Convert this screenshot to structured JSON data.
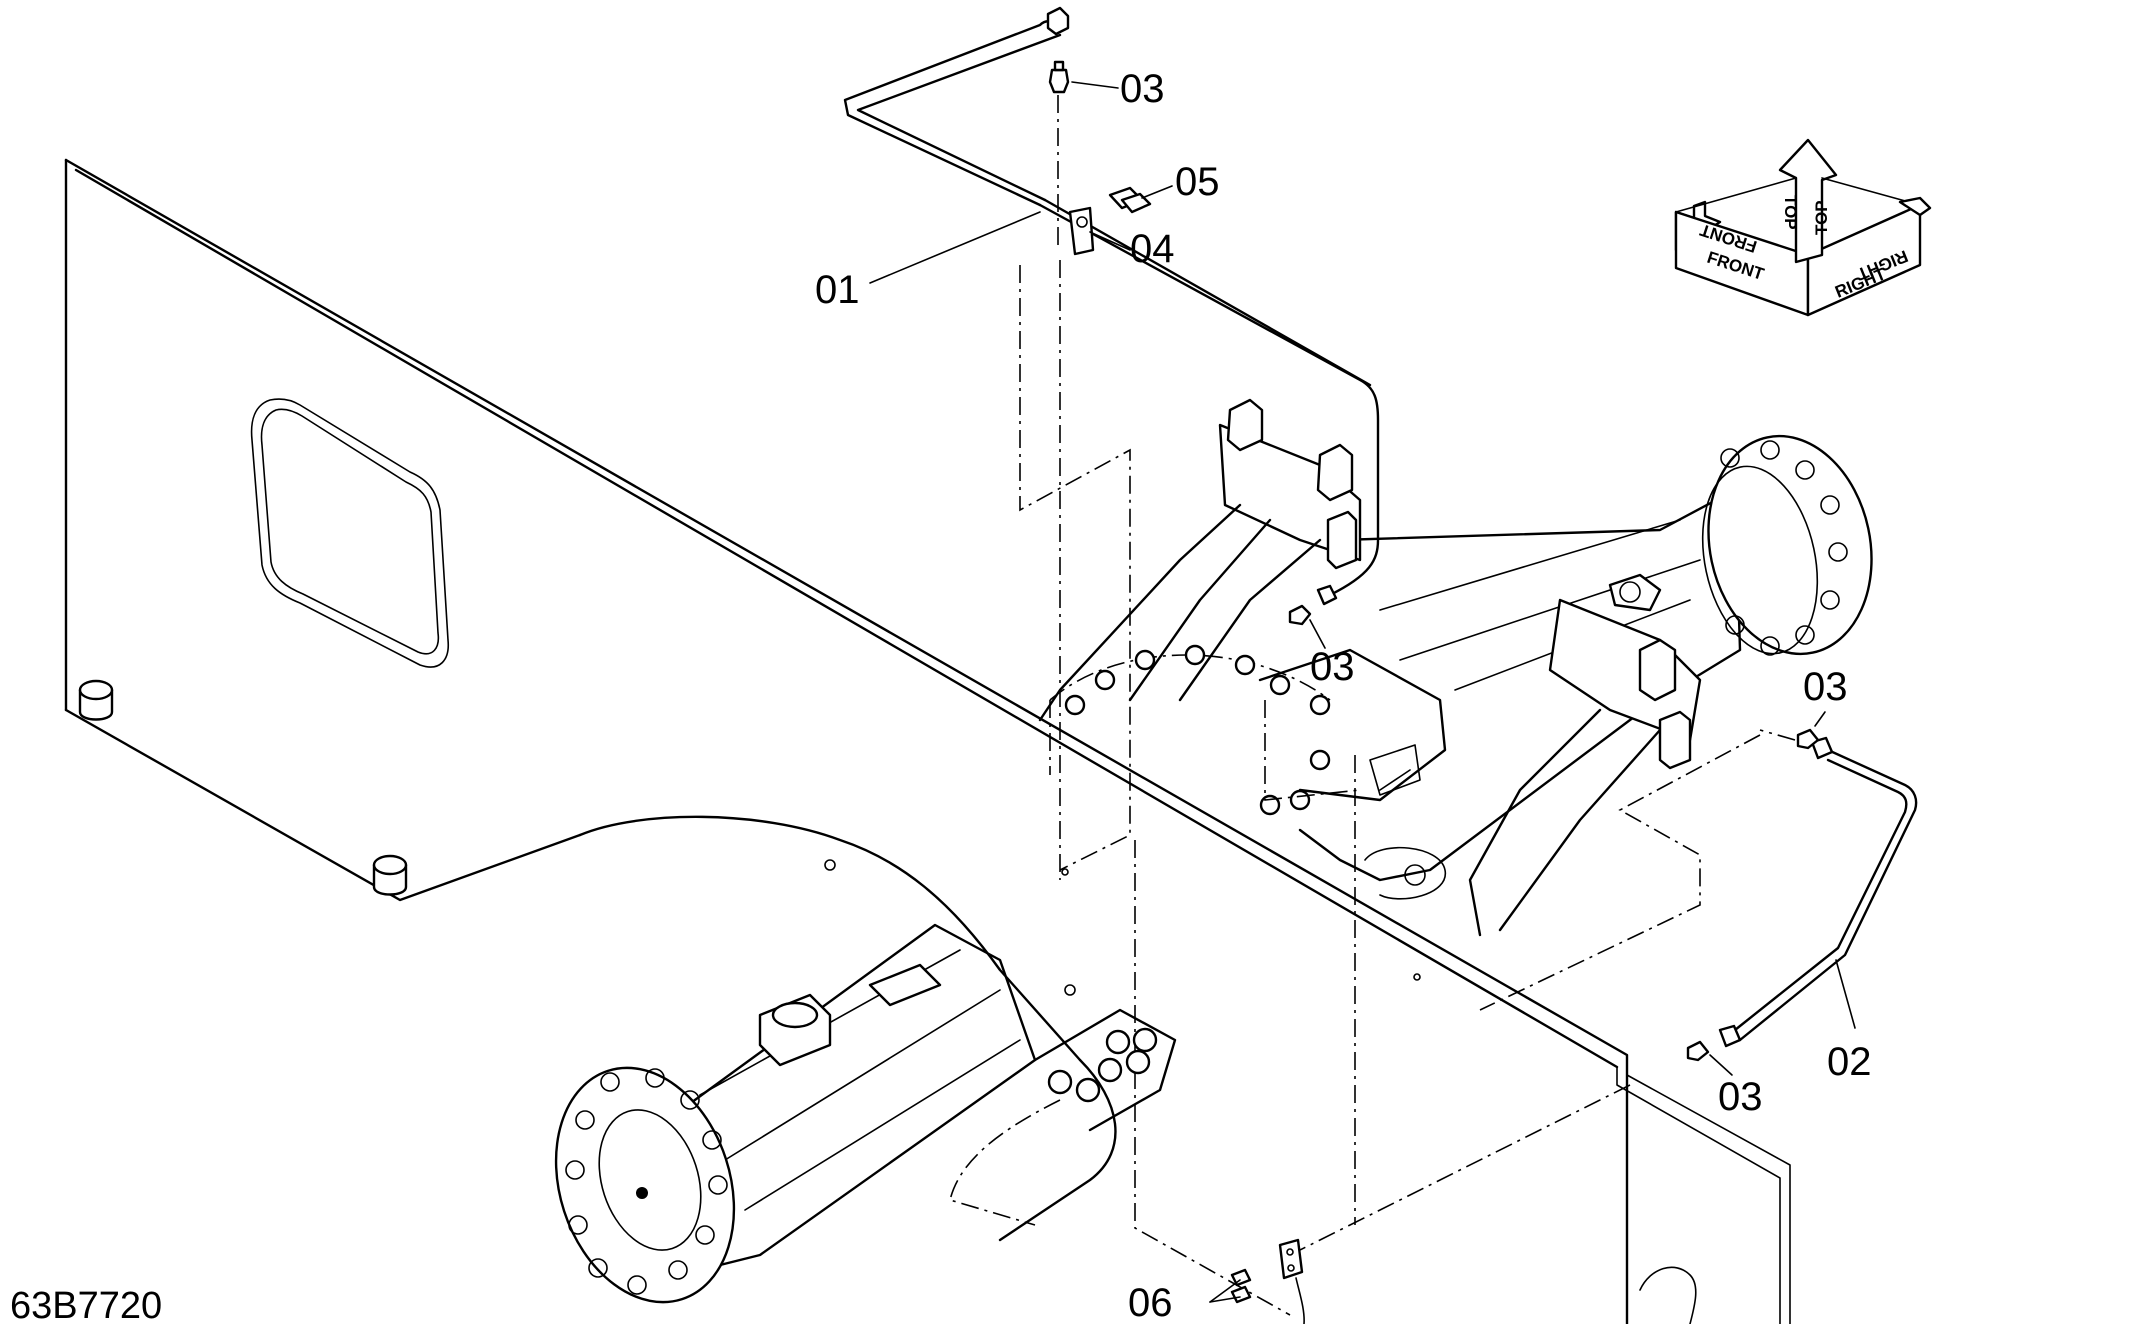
{
  "drawing": {
    "id": "63B7720"
  },
  "callouts": [
    {
      "id": "c01",
      "text": "01"
    },
    {
      "id": "c02",
      "text": "02"
    },
    {
      "id": "c03a",
      "text": "03"
    },
    {
      "id": "c03b",
      "text": "03"
    },
    {
      "id": "c03c",
      "text": "03"
    },
    {
      "id": "c03d",
      "text": "03"
    },
    {
      "id": "c04",
      "text": "04"
    },
    {
      "id": "c05",
      "text": "05"
    },
    {
      "id": "c06",
      "text": "06"
    }
  ],
  "orientation": {
    "front": "FRONT",
    "top": "TOP",
    "right": "RIGHT"
  }
}
